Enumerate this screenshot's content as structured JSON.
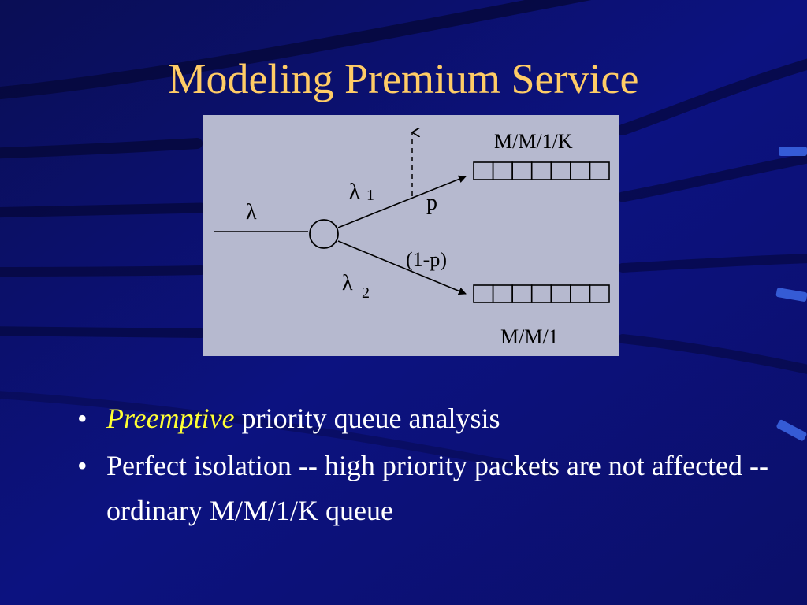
{
  "slide": {
    "title": "Modeling Premium Service"
  },
  "diagram": {
    "input_rate": "λ",
    "branch_top_rate": "λ",
    "branch_top_index": "1",
    "branch_bottom_rate": "λ",
    "branch_bottom_index": "2",
    "branch_top_prob": "p",
    "branch_bottom_prob": "(1-p)",
    "queue_top_label": "M/M/1/K",
    "queue_bottom_label": "M/M/1",
    "queue_cells": 7
  },
  "bullets": [
    {
      "symbol": "•",
      "emphasis": "Preemptive",
      "text": " priority queue analysis"
    },
    {
      "symbol": "•",
      "text": "Perfect isolation -- high priority packets are not affected -- ordinary M/M/1/K queue"
    }
  ],
  "colors": {
    "background": "#0b0f6e",
    "title": "#ffcc66",
    "emphasis": "#ffff33",
    "text": "#ffffff",
    "panel": "#b6b9cf"
  }
}
